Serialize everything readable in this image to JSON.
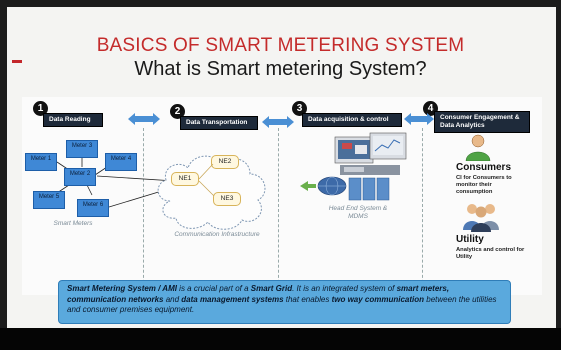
{
  "slide": {
    "title": "BASICS OF SMART METERING SYSTEM",
    "subtitle": "What is Smart metering System?"
  },
  "steps": [
    {
      "number": "1",
      "label": "Data Reading"
    },
    {
      "number": "2",
      "label": "Data Transportation"
    },
    {
      "number": "3",
      "label": "Data acquisition  & control"
    },
    {
      "number": "4",
      "label": "Consumer Engagement & Data Analytics"
    }
  ],
  "meters": [
    "Meter 1",
    "Meter 3",
    "Meter 2",
    "Meter 4",
    "Meter 5",
    "Meter 6"
  ],
  "network_elements": [
    "NE2",
    "NE1",
    "NE3"
  ],
  "captions": {
    "smart_meters": "Smart Meters",
    "communication": "Communication Infrastructure",
    "head_end": "Head End System & MDMS"
  },
  "consumers": {
    "title": "Consumers",
    "text": "CI  for Consumers to monitor their consumption"
  },
  "utility": {
    "title": "Utility",
    "text": "Analytics and control  for Utility"
  },
  "banner": {
    "p1": "Smart Metering System / AMI",
    "p2": " is a crucial part of a ",
    "p3": "Smart Grid",
    "p4": ". It is an integrated system of ",
    "p5": "smart meters, communication networks",
    "p6": " and ",
    "p7": "data management systems",
    "p8": " that enables ",
    "p9": "two way communication",
    "p10": " between the utilities and consumer premises equipment."
  },
  "colors": {
    "title_red": "#c42b2b",
    "banner_blue": "#5aa9dd",
    "meter_blue": "#3f88d6",
    "arrow_blue": "#4a8fd4"
  }
}
